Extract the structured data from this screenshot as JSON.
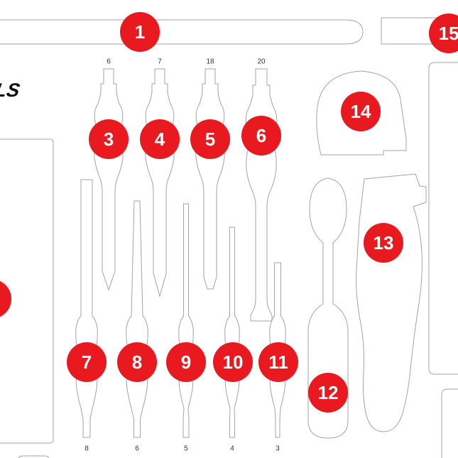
{
  "colors": {
    "marker_red": "#e8191f",
    "outline_gray": "#a3a3a3",
    "label_dark": "#333333",
    "logo_black": "#0a0a0a",
    "background": "#ffffff"
  },
  "logo": {
    "text": "LS"
  },
  "markers": [
    {
      "label": "1"
    },
    {
      "label": ""
    },
    {
      "label": "3"
    },
    {
      "label": "4"
    },
    {
      "label": "5"
    },
    {
      "label": "6"
    },
    {
      "label": "7"
    },
    {
      "label": "8"
    },
    {
      "label": "9"
    },
    {
      "label": "10"
    },
    {
      "label": "11"
    },
    {
      "label": "12"
    },
    {
      "label": "13"
    },
    {
      "label": "14"
    },
    {
      "label": "15"
    }
  ],
  "size_labels": {
    "top": [
      "6",
      "7",
      "18",
      "20"
    ],
    "bottom": [
      "8",
      "6",
      "5",
      "4",
      "3"
    ]
  }
}
